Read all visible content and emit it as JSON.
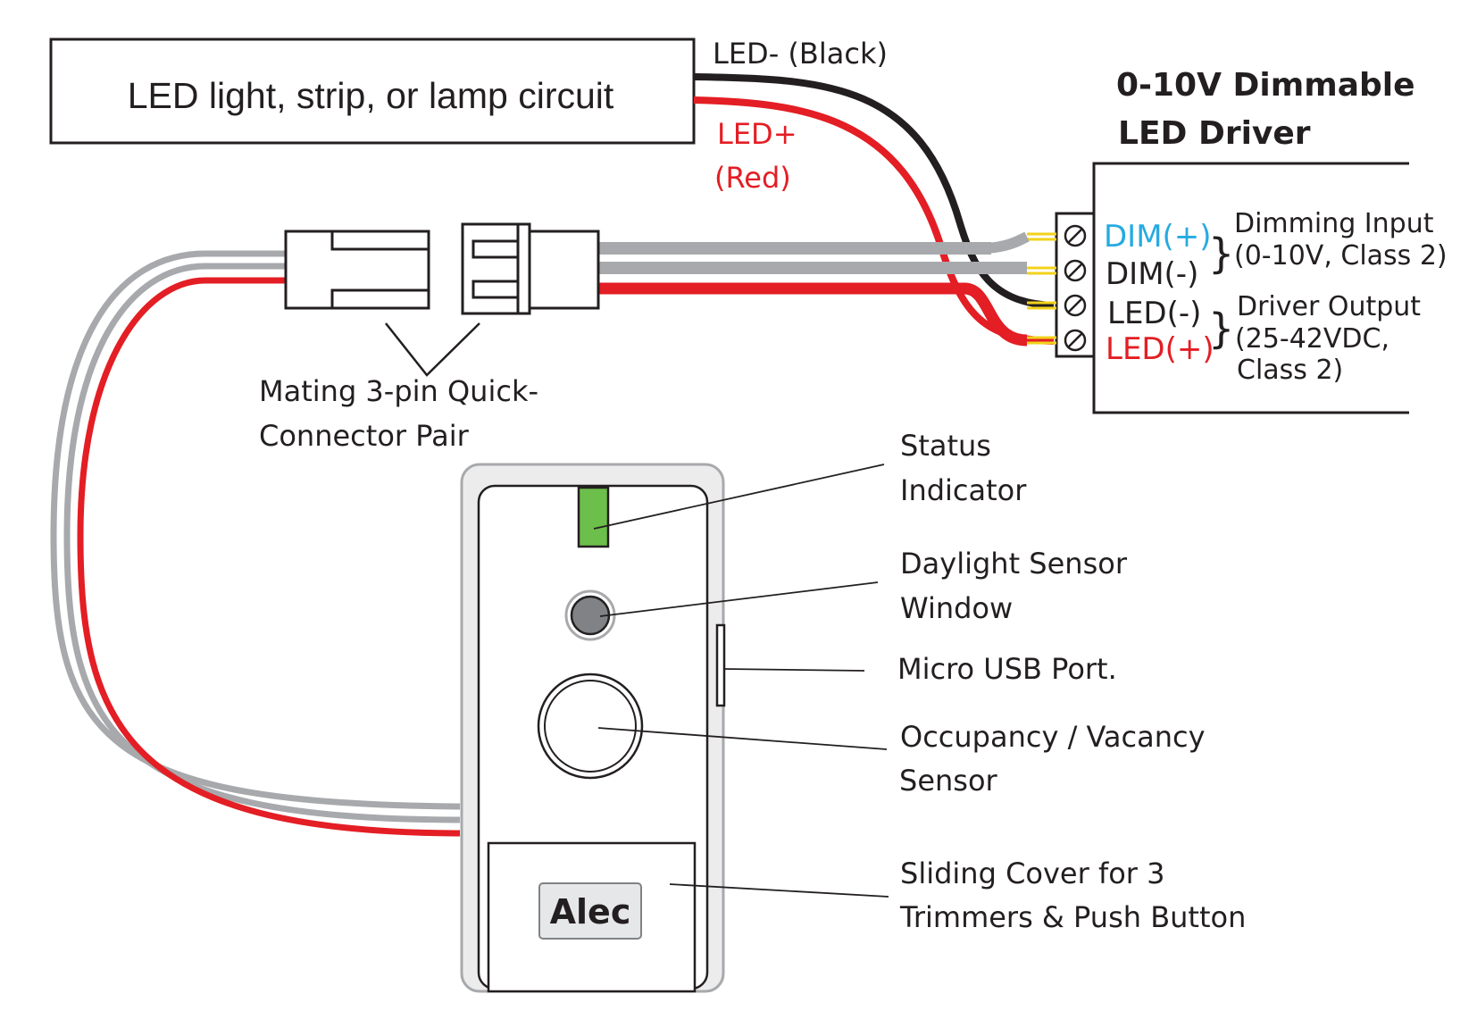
{
  "led_circuit_box": {
    "label": "LED light, strip, or lamp circuit"
  },
  "wires": {
    "led_minus": "LED- (Black)",
    "led_plus_line1": "LED+",
    "led_plus_line2": "(Red)"
  },
  "driver": {
    "title_line1": "0-10V Dimmable",
    "title_line2": "LED Driver",
    "terminals": [
      "DIM(+)",
      "DIM(-)",
      "LED(-)",
      "LED(+)"
    ],
    "dimming_input": [
      "Dimming Input",
      "(0-10V, Class 2)"
    ],
    "driver_output": [
      "Driver Output",
      "(25-42VDC,",
      "Class 2)"
    ]
  },
  "connector": {
    "line1": "Mating 3-pin Quick-",
    "line2": "Connector Pair"
  },
  "sensor_labels": {
    "status": [
      "Status",
      "Indicator"
    ],
    "daylight": [
      "Daylight Sensor",
      "Window"
    ],
    "usb": "Micro USB Port.",
    "occupancy": [
      "Occupancy / Vacancy",
      "Sensor"
    ],
    "cover": [
      "Sliding Cover for 3",
      "Trimmers & Push Button"
    ]
  },
  "logo": "Alec",
  "colors": {
    "red_wire": "#e31e24",
    "black_wire": "#231f20",
    "gray_wire": "#a7a9ac",
    "dim_plus": "#27aae1",
    "led_plus": "#e31e24",
    "status_led": "#6cbf4a",
    "yellow_pin": "#f2d21b"
  }
}
